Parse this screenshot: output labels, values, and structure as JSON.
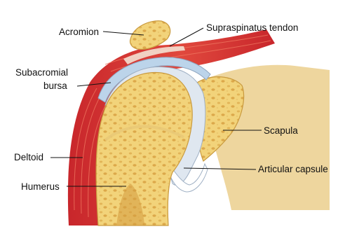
{
  "figure": {
    "labels": {
      "acromion": "Acromion",
      "supraspinatus": "Supraspinatus tendon",
      "subacromial_1": "Subacromial",
      "subacromial_2": "bursa",
      "scapula": "Scapula",
      "deltoid": "Deltoid",
      "articular_capsule": "Articular capsule",
      "humerus": "Humerus"
    },
    "colors": {
      "muscle": "#c8262b",
      "muscle_light": "#e65a47",
      "bone": "#f2d37a",
      "bone_dark": "#d7a84a",
      "cartilage": "#dfe7f0",
      "bursa": "#bcd4ea"
    }
  }
}
